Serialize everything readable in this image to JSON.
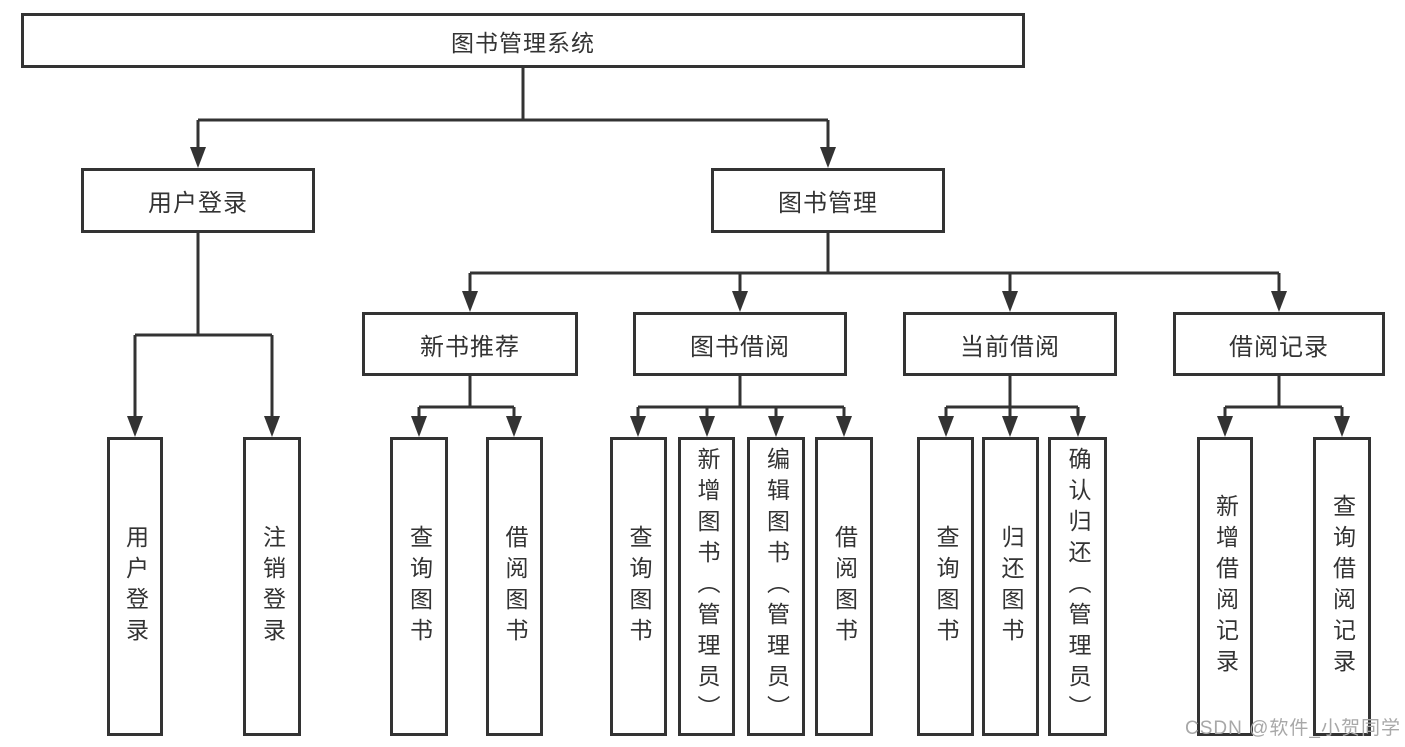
{
  "diagram": {
    "root": {
      "label": "图书管理系统"
    },
    "level2": {
      "user_login": {
        "label": "用户登录"
      },
      "book_management": {
        "label": "图书管理"
      }
    },
    "level3": {
      "new_book_recommend": {
        "label": "新书推荐"
      },
      "book_borrow": {
        "label": "图书借阅"
      },
      "current_borrow": {
        "label": "当前借阅"
      },
      "borrow_records": {
        "label": "借阅记录"
      }
    },
    "leaves": {
      "login_user_login": {
        "label": "用户登录"
      },
      "login_logout": {
        "label": "注销登录"
      },
      "recommend_query_books": {
        "label": "查询图书"
      },
      "recommend_borrow_books": {
        "label": "借阅图书"
      },
      "borrow_query_books": {
        "label": "查询图书"
      },
      "borrow_add_books_admin": {
        "label": "新增图书（管理员）"
      },
      "borrow_edit_books_admin": {
        "label": "编辑图书（管理员）"
      },
      "borrow_borrow_books": {
        "label": "借阅图书"
      },
      "current_query_books": {
        "label": "查询图书"
      },
      "current_return_books": {
        "label": "归还图书"
      },
      "current_confirm_return_admin": {
        "label": "确认归还（管理员）"
      },
      "records_add_borrow_record": {
        "label": "新增借阅记录"
      },
      "records_query_borrow_record": {
        "label": "查询借阅记录"
      }
    }
  },
  "watermark": {
    "text": "CSDN @软件_小贺同学"
  },
  "colors": {
    "line": "#333333",
    "text": "#333333",
    "box_background": "#ffffff",
    "page_background": "#ffffff",
    "watermark": "#a8a8a8"
  }
}
